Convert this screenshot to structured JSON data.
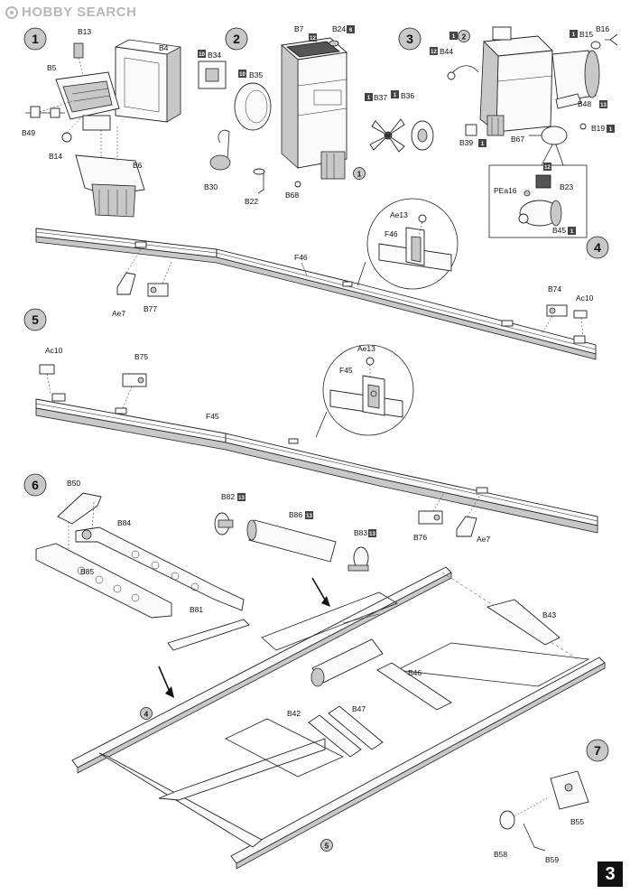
{
  "watermark": "HOBBY SEARCH",
  "page_number": "3",
  "steps": {
    "s1": "1",
    "s2": "2",
    "s3": "3",
    "s4": "4",
    "s5": "5",
    "s6": "6",
    "s7": "7"
  },
  "step_refs": {
    "ref1": "1",
    "ref2": "2",
    "ref4": "4",
    "ref5": "5"
  },
  "tags": {
    "t12": "12",
    "t6": "6",
    "t10": "10",
    "t1": "1",
    "t13": "13"
  },
  "labels": {
    "B13": "B13",
    "B4": "B4",
    "B5": "B5",
    "B49": "B49",
    "B14": "B14",
    "B6": "B6",
    "B34": "B34",
    "B35": "B35",
    "B30": "B30",
    "B22": "B22",
    "B68": "B68",
    "B7": "B7",
    "B24": "B24",
    "B44": "B44",
    "B15": "B15",
    "B16": "B16",
    "B37": "B37",
    "B36": "B36",
    "B48": "B48",
    "B39": "B39",
    "B67": "B67",
    "B19": "B19",
    "B23": "B23",
    "PEa16": "PEa16",
    "B45": "B45",
    "Ae13a": "Ae13",
    "F46": "F46",
    "Ae7a": "Ae7",
    "B77": "B77",
    "B74": "B74",
    "Ac10a": "Ac10",
    "Ac10b": "Ac10",
    "B75": "B75",
    "Ae13b": "Ae13",
    "F45": "F45",
    "B76": "B76",
    "Ae7b": "Ae7",
    "B50": "B50",
    "B84": "B84",
    "B85": "B85",
    "B81": "B81",
    "B82": "B82",
    "B86": "B86",
    "B83": "B83",
    "B43": "B43",
    "B46": "B46",
    "B42": "B42",
    "B47": "B47",
    "B55": "B55",
    "B58": "B58",
    "B59": "B59"
  }
}
